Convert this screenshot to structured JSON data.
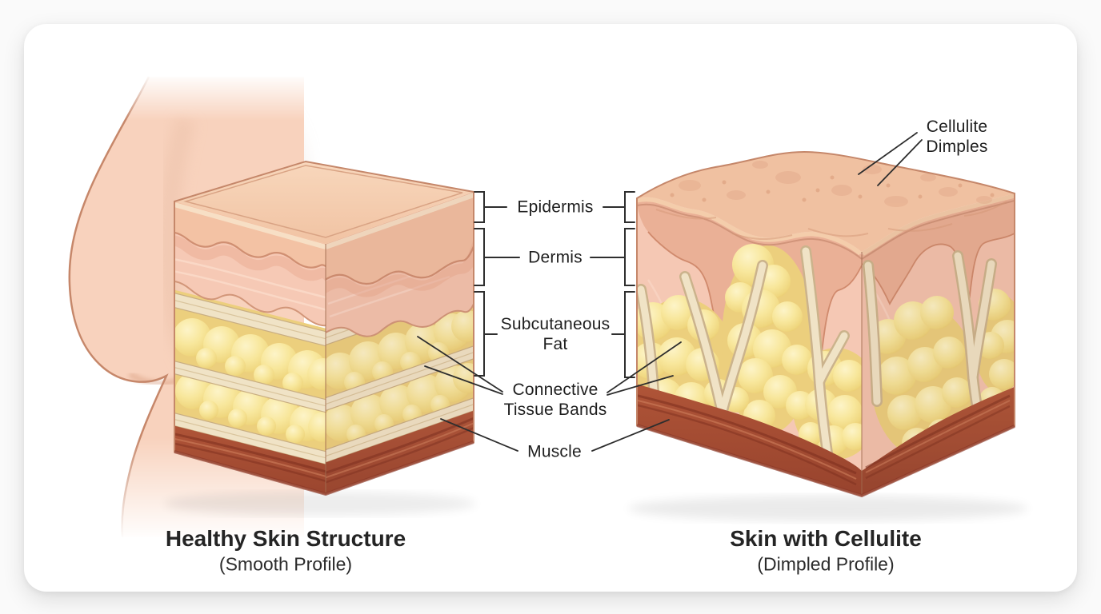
{
  "page": {
    "background": "#fafafa",
    "card_color": "#ffffff"
  },
  "labels": {
    "epidermis": "Epidermis",
    "dermis": "Dermis",
    "subcutaneous_fat": "Subcutaneous\nFat",
    "connective_tissue_bands": "Connective\nTissue Bands",
    "muscle": "Muscle",
    "cellulite_dimples": "Cellulite\nDimples"
  },
  "panels": {
    "left": {
      "title": "Healthy Skin Structure",
      "subtitle": "(Smooth Profile)"
    },
    "right": {
      "title": "Skin with Cellulite",
      "subtitle": "(Dimpled Profile)"
    }
  },
  "colors": {
    "skin_surface": "#f6cfb2",
    "epidermis": "#f2c1a4",
    "dermis": "#f5c8b4",
    "dermis_deep": "#e9ad92",
    "fat": "#f8e79c",
    "fat_base": "#eccf7d",
    "connective_band": "#f0e3c6",
    "band_edge": "#cbb38c",
    "muscle": "#a84c33",
    "muscle_dark": "#7b2d1d",
    "outline": "#c5876a",
    "silhouette_skin": "#f8d2bd",
    "annotation": "#2e2e2e",
    "text": "#1f1f1f"
  }
}
